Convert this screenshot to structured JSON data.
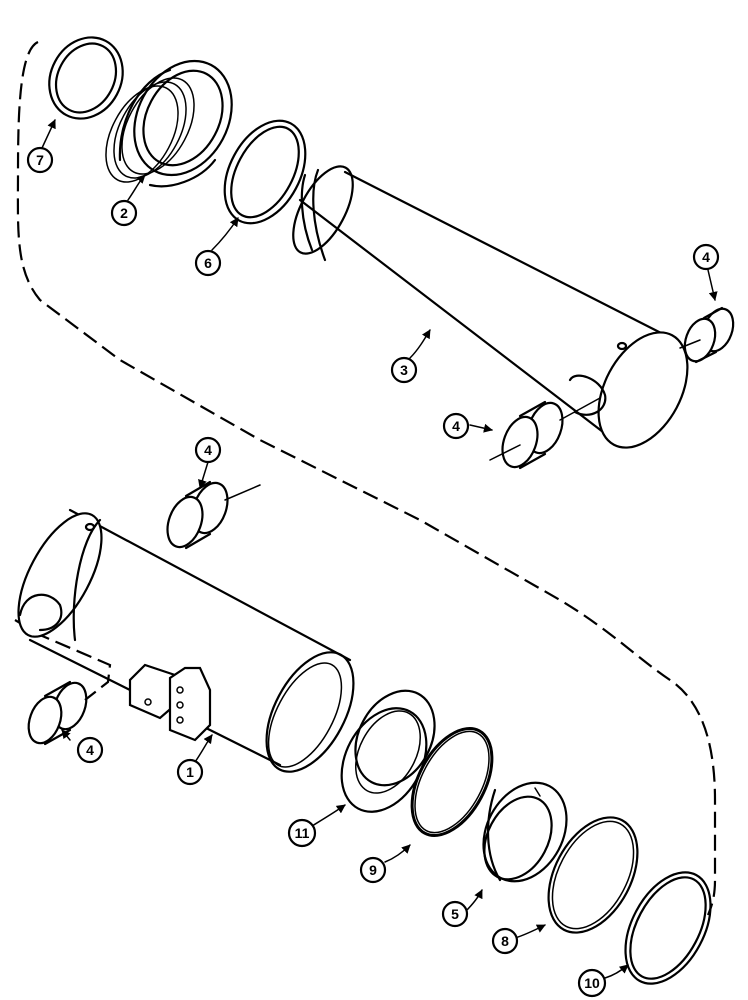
{
  "callouts": [
    {
      "id": "c7a",
      "label": "7"
    },
    {
      "id": "c2a",
      "label": "2"
    },
    {
      "id": "c6a",
      "label": "6"
    },
    {
      "id": "c3a",
      "label": "3"
    },
    {
      "id": "c4a",
      "label": "4"
    },
    {
      "id": "c4b",
      "label": "4"
    },
    {
      "id": "c4c",
      "label": "4"
    },
    {
      "id": "c4d",
      "label": "4"
    },
    {
      "id": "c1a",
      "label": "1"
    },
    {
      "id": "c11a",
      "label": "11"
    },
    {
      "id": "c9a",
      "label": "9"
    },
    {
      "id": "c5a",
      "label": "5"
    },
    {
      "id": "c8a",
      "label": "8"
    },
    {
      "id": "c10a",
      "label": "10"
    }
  ]
}
